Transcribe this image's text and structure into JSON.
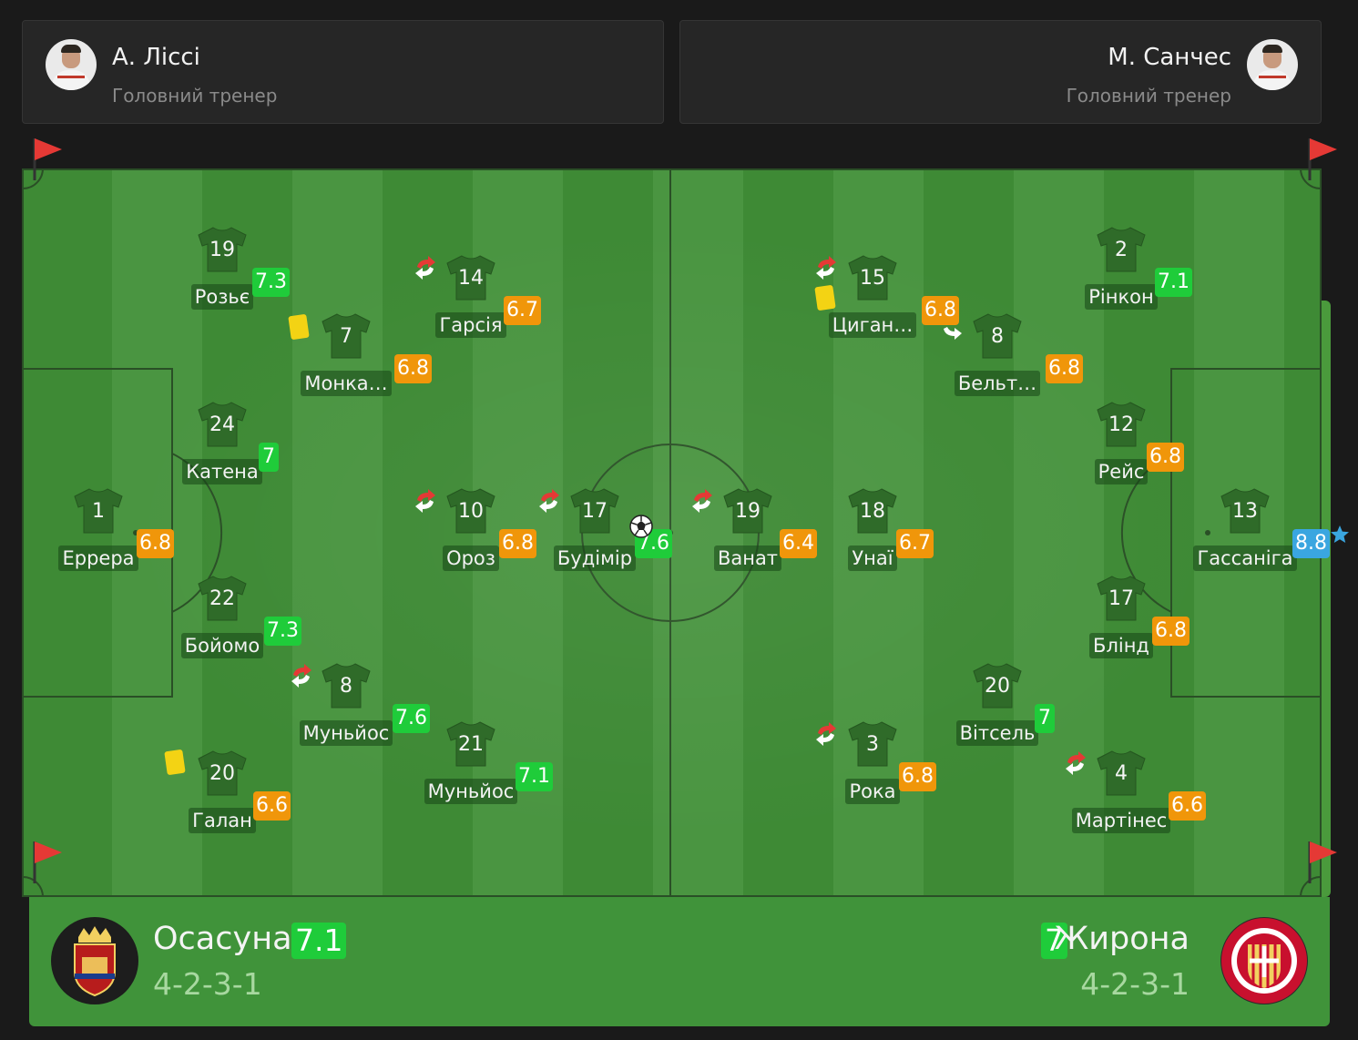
{
  "coaches": {
    "home": {
      "name": "А. Ліссі",
      "role": "Головний тренер"
    },
    "away": {
      "name": "М. Санчес",
      "role": "Головний тренер"
    }
  },
  "home_players": [
    {
      "number": "1",
      "name": "Еррера",
      "rating": "6.8",
      "rating_color": "#f0960a"
    },
    {
      "number": "19",
      "name": "Розьє",
      "rating": "7.3",
      "rating_color": "#1fcc3a"
    },
    {
      "number": "24",
      "name": "Катена",
      "rating": "7",
      "rating_color": "#1fcc3a"
    },
    {
      "number": "22",
      "name": "Бойомо",
      "rating": "7.3",
      "rating_color": "#1fcc3a"
    },
    {
      "number": "20",
      "name": "Галан",
      "rating": "6.6",
      "rating_color": "#f0960a"
    },
    {
      "number": "7",
      "name": "Монка…",
      "rating": "6.8",
      "rating_color": "#f0960a"
    },
    {
      "number": "8",
      "name": "Муньйос",
      "rating": "7.6",
      "rating_color": "#1fcc3a"
    },
    {
      "number": "14",
      "name": "Гарсія",
      "rating": "6.7",
      "rating_color": "#f0960a"
    },
    {
      "number": "10",
      "name": "Ороз",
      "rating": "6.8",
      "rating_color": "#f0960a"
    },
    {
      "number": "21",
      "name": "Муньйос",
      "rating": "7.1",
      "rating_color": "#1fcc3a"
    },
    {
      "number": "17",
      "name": "Будімір",
      "rating": "7.6",
      "rating_color": "#1fcc3a"
    }
  ],
  "away_players": [
    {
      "number": "13",
      "name": "Гассаніга",
      "rating": "8.8",
      "rating_color": "#3aa6e0"
    },
    {
      "number": "2",
      "name": "Рінкон",
      "rating": "7.1",
      "rating_color": "#1fcc3a"
    },
    {
      "number": "12",
      "name": "Рейс",
      "rating": "6.8",
      "rating_color": "#f0960a"
    },
    {
      "number": "17",
      "name": "Блінд",
      "rating": "6.8",
      "rating_color": "#f0960a"
    },
    {
      "number": "4",
      "name": "Мартінес",
      "rating": "6.6",
      "rating_color": "#f0960a"
    },
    {
      "number": "8",
      "name": "Бельт…",
      "rating": "6.8",
      "rating_color": "#f0960a"
    },
    {
      "number": "20",
      "name": "Вітсель",
      "rating": "7",
      "rating_color": "#1fcc3a"
    },
    {
      "number": "15",
      "name": "Циган…",
      "rating": "6.8",
      "rating_color": "#f0960a"
    },
    {
      "number": "18",
      "name": "Унаї",
      "rating": "6.7",
      "rating_color": "#f0960a"
    },
    {
      "number": "3",
      "name": "Рока",
      "rating": "6.8",
      "rating_color": "#f0960a"
    },
    {
      "number": "19",
      "name": "Ванат",
      "rating": "6.4",
      "rating_color": "#f0960a"
    }
  ],
  "teams": {
    "home": {
      "name": "Осасуна",
      "rating": "7.1",
      "formation": "4-2-3-1"
    },
    "away": {
      "name": "Жирона",
      "rating": "7",
      "formation": "4-2-3-1"
    }
  },
  "events": {
    "substitution_icon": "substitution-icon",
    "yellow_card_icon": "yellow-card-icon",
    "goal_icon": "soccer-ball-icon",
    "motm_icon": "star-icon"
  },
  "colors": {
    "rating_green": "#1fcc3a",
    "rating_orange": "#f0960a",
    "rating_blue": "#3aa6e0",
    "pitch_light": "#4a9541",
    "pitch_dark": "#3e8a35"
  }
}
